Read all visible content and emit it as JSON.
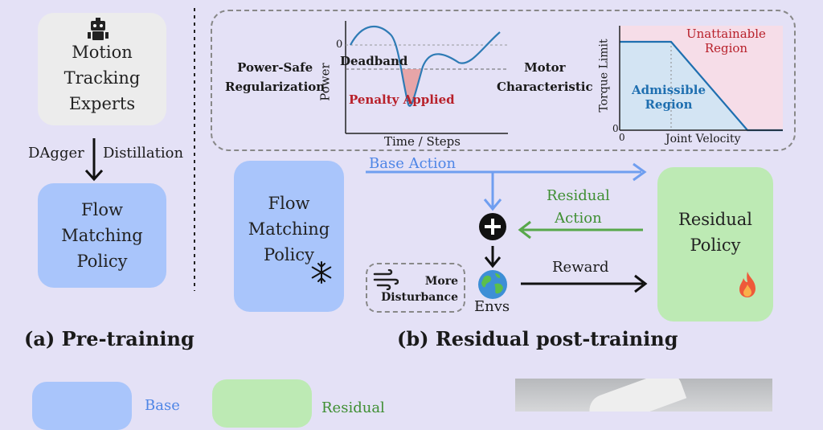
{
  "pretraining": {
    "expert_box": "Motion\nTracking\nExperts",
    "dagger": "DAgger",
    "distillation": "Distillation",
    "flow_box": "Flow\nMatching\nPolicy",
    "caption": "(a) Pre-training"
  },
  "residual": {
    "power_safe_label": "Power-Safe\nRegularization",
    "motor_label": "Motor\nCharacteristic",
    "power_axis": "Power",
    "zero_tick": "0",
    "deadband": "Deadband",
    "penalty": "Penalty Applied",
    "time_axis": "Time / Steps",
    "torque_axis": "Torque Limit",
    "velocity_axis": "Joint Velocity",
    "origin_x": "0",
    "origin_y": "0",
    "unattainable": "Unattainable\nRegion",
    "admissible": "Admissible\nRegion",
    "flow_box": "Flow\nMatching\nPolicy",
    "base_action": "Base Action",
    "residual_action": "Residual\nAction",
    "reward": "Reward",
    "envs": "Envs",
    "more_disturbance": "More\nDisturbance",
    "residual_box": "Residual\nPolicy",
    "caption": "(b)  Residual post-training"
  },
  "bottom": {
    "base": "Base",
    "residual": "Residual"
  },
  "colors": {
    "background": "#e4e1f6",
    "blue_box": "#a9c5fb",
    "green_box": "#bdeab4",
    "arrow_blue": "#6f9ef0",
    "arrow_green": "#57a84a",
    "deadband_red": "#b8202a",
    "admissible_blue": "#1f6fb0"
  }
}
